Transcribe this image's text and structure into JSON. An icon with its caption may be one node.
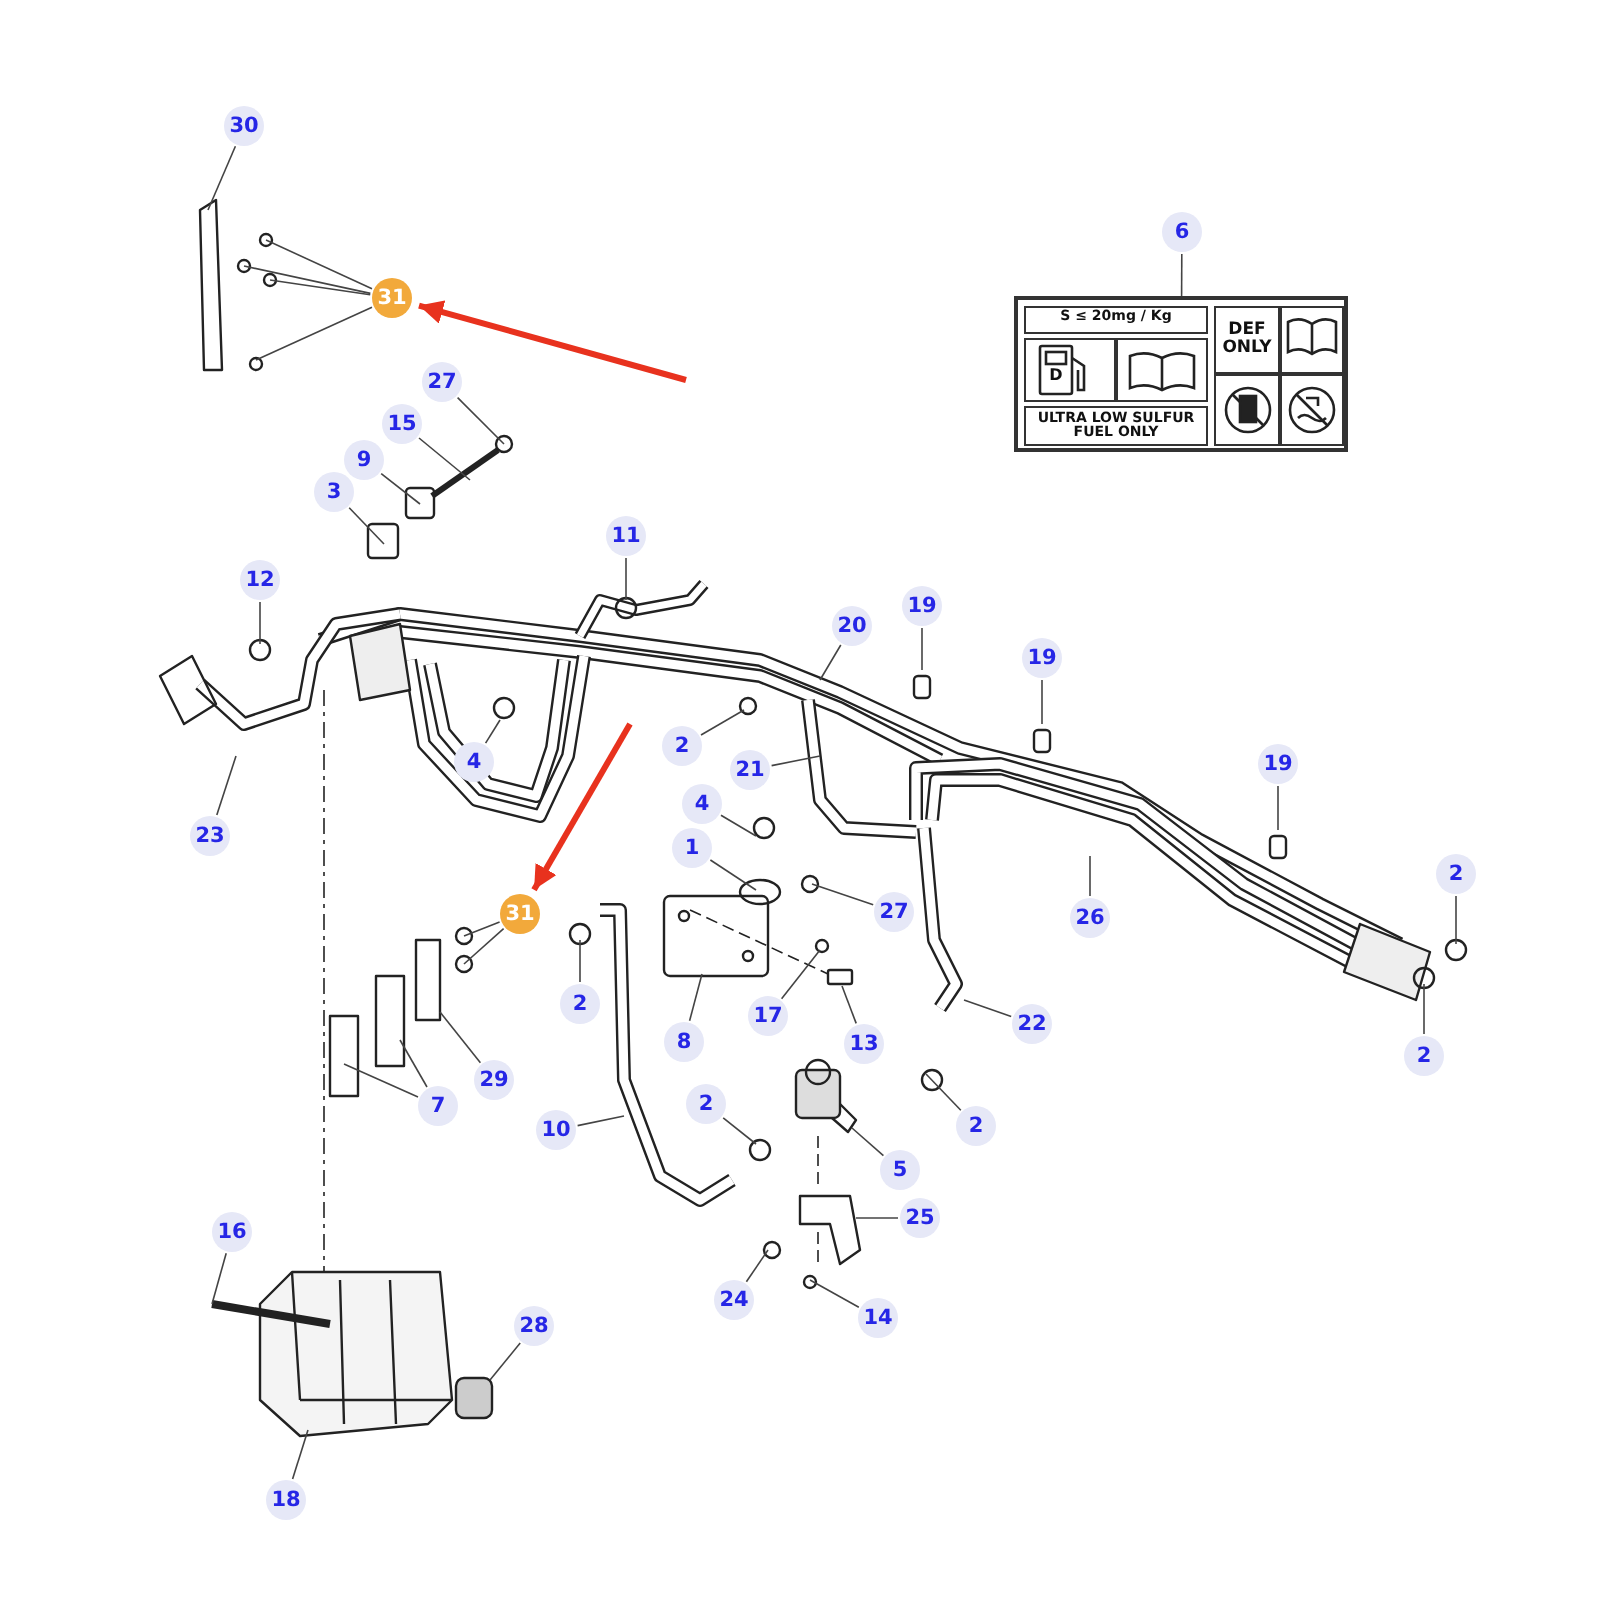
{
  "diagram": {
    "nodes": [
      {
        "text": [
          "30"
        ]
      },
      {
        "text": [
          "6"
        ]
      },
      {
        "text": [
          "S ≤ 20mg / Kg",
          "D",
          "DEF ONLY",
          "ULTRA LOW SULFUR FUEL ONLY"
        ]
      },
      {
        "text": [
          "31"
        ]
      },
      {
        "text": [
          "27"
        ]
      },
      {
        "text": [
          "15"
        ]
      },
      {
        "text": [
          "9"
        ]
      },
      {
        "text": [
          "3"
        ]
      },
      {
        "text": [
          "11"
        ]
      },
      {
        "text": [
          "12"
        ]
      },
      {
        "text": [
          "19"
        ]
      },
      {
        "text": [
          "20"
        ]
      },
      {
        "text": [
          "19"
        ]
      },
      {
        "text": [
          "2"
        ]
      },
      {
        "text": [
          "4"
        ]
      },
      {
        "text": [
          "19"
        ]
      },
      {
        "text": [
          "21"
        ]
      },
      {
        "text": [
          "4"
        ]
      },
      {
        "text": [
          "23"
        ]
      },
      {
        "text": [
          "1"
        ]
      },
      {
        "text": [
          "2"
        ]
      },
      {
        "text": [
          "31"
        ]
      },
      {
        "text": [
          "26"
        ]
      },
      {
        "text": [
          "27"
        ]
      },
      {
        "text": [
          "2"
        ]
      },
      {
        "text": [
          "17"
        ]
      },
      {
        "text": [
          "22"
        ]
      },
      {
        "text": [
          "13"
        ]
      },
      {
        "text": [
          "8"
        ]
      },
      {
        "text": [
          "2"
        ]
      },
      {
        "text": [
          "29"
        ]
      },
      {
        "text": [
          "2"
        ]
      },
      {
        "text": [
          "7"
        ]
      },
      {
        "text": [
          "2"
        ]
      },
      {
        "text": [
          "10"
        ]
      },
      {
        "text": [
          "5"
        ]
      },
      {
        "text": [
          "25"
        ]
      },
      {
        "text": [
          "16"
        ]
      },
      {
        "text": [
          "24"
        ]
      },
      {
        "text": [
          "14"
        ]
      },
      {
        "text": [
          "28"
        ]
      },
      {
        "text": [
          "18"
        ]
      }
    ],
    "edges": [
      {
        "from": 0,
        "to": null,
        "arrow": "none"
      },
      {
        "from": 1,
        "to": 2,
        "arrow": "none"
      },
      {
        "from": null,
        "to": 3,
        "arrow": "to",
        "style": "thick",
        "color": "#e8321e"
      },
      {
        "from": 3,
        "to": null,
        "arrow": "none"
      },
      {
        "from": 3,
        "to": null,
        "arrow": "none"
      },
      {
        "from": 3,
        "to": null,
        "arrow": "none"
      },
      {
        "from": 3,
        "to": null,
        "arrow": "none"
      },
      {
        "from": 4,
        "to": null,
        "arrow": "none"
      },
      {
        "from": 5,
        "to": null,
        "arrow": "none"
      },
      {
        "from": 6,
        "to": null,
        "arrow": "none"
      },
      {
        "from": 7,
        "to": null,
        "arrow": "none"
      },
      {
        "from": 8,
        "to": null,
        "arrow": "none"
      },
      {
        "from": 9,
        "to": null,
        "arrow": "none"
      },
      {
        "from": 10,
        "to": null,
        "arrow": "none"
      },
      {
        "from": 11,
        "to": null,
        "arrow": "none"
      },
      {
        "from": 12,
        "to": null,
        "arrow": "none"
      },
      {
        "from": 13,
        "to": null,
        "arrow": "none"
      },
      {
        "from": 14,
        "to": null,
        "arrow": "none"
      },
      {
        "from": 15,
        "to": null,
        "arrow": "none"
      },
      {
        "from": 16,
        "to": null,
        "arrow": "none"
      },
      {
        "from": 17,
        "to": null,
        "arrow": "none"
      },
      {
        "from": 18,
        "to": null,
        "arrow": "none"
      },
      {
        "from": 19,
        "to": null,
        "arrow": "none"
      },
      {
        "from": 20,
        "to": null,
        "arrow": "none"
      },
      {
        "from": null,
        "to": 21,
        "arrow": "to",
        "style": "thick",
        "color": "#e8321e"
      },
      {
        "from": 21,
        "to": null,
        "arrow": "none"
      },
      {
        "from": 21,
        "to": null,
        "arrow": "none"
      },
      {
        "from": 22,
        "to": null,
        "arrow": "none"
      },
      {
        "from": 23,
        "to": null,
        "arrow": "none"
      },
      {
        "from": 24,
        "to": null,
        "arrow": "none"
      },
      {
        "from": 25,
        "to": null,
        "arrow": "none"
      },
      {
        "from": 26,
        "to": null,
        "arrow": "none"
      },
      {
        "from": 27,
        "to": null,
        "arrow": "none"
      },
      {
        "from": 28,
        "to": null,
        "arrow": "none"
      },
      {
        "from": 29,
        "to": null,
        "arrow": "none"
      },
      {
        "from": 30,
        "to": null,
        "arrow": "none"
      },
      {
        "from": 31,
        "to": null,
        "arrow": "none"
      },
      {
        "from": 32,
        "to": null,
        "arrow": "none"
      },
      {
        "from": 32,
        "to": null,
        "arrow": "none"
      },
      {
        "from": 33,
        "to": null,
        "arrow": "none"
      },
      {
        "from": 34,
        "to": null,
        "arrow": "none"
      },
      {
        "from": 35,
        "to": null,
        "arrow": "none"
      },
      {
        "from": 36,
        "to": null,
        "arrow": "none"
      },
      {
        "from": 37,
        "to": null,
        "arrow": "none"
      },
      {
        "from": 38,
        "to": null,
        "arrow": "none"
      },
      {
        "from": 39,
        "to": null,
        "arrow": "none"
      },
      {
        "from": 40,
        "to": null,
        "arrow": "none"
      },
      {
        "from": 41,
        "to": null,
        "arrow": "none"
      }
    ]
  }
}
